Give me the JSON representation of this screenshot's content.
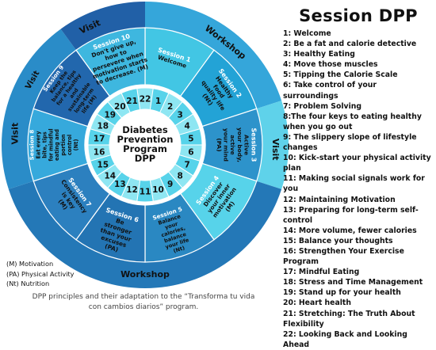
{
  "wheel": {
    "center": [
      "Diabetes",
      "Prevention",
      "Program",
      "DPP"
    ],
    "segments": [
      {
        "session": "Session 1",
        "lines": [
          "Welcome"
        ],
        "color": "#42c6e4"
      },
      {
        "session": "Session 2",
        "lines": [
          "Healthy",
          "food",
          "quality life",
          "(Nt)"
        ],
        "color": "#23a3d6"
      },
      {
        "session": "Session 3",
        "lines": [
          "Active",
          "your body,",
          "active",
          "your mind",
          "(PA)"
        ],
        "color": "#2d93cb"
      },
      {
        "session": "Session 4",
        "lines": [
          "Discover",
          "your inner",
          "motivation",
          "(M)"
        ],
        "color": "#57d3ea"
      },
      {
        "session": "Session 5",
        "lines": [
          "Balance",
          "your",
          "calories,",
          "balance",
          "your life",
          "(Nt)"
        ],
        "color": "#2a88c2"
      },
      {
        "session": "Session 6",
        "lines": [
          "Be",
          "stronger",
          "than your",
          "excuses",
          "(PA)"
        ],
        "color": "#2374b3"
      },
      {
        "session": "Session 7",
        "lines": [
          "Consistency",
          "is key",
          "(M)"
        ],
        "color": "#2c80bf"
      },
      {
        "session": "Session 8",
        "lines": [
          "Eat every",
          "bite, tips",
          "for mindful",
          "eating and",
          "portion",
          "control",
          "(Nt)"
        ],
        "color": "#36a9dc"
      },
      {
        "session": "Session 9",
        "lines": [
          "Keep the",
          "balance, tips",
          "for a healthy",
          "and",
          "sustainable",
          "long-term",
          "life (M)"
        ],
        "color": "#2267ad"
      },
      {
        "session": "Session 10",
        "lines": [
          "Don't give up,",
          "how to",
          "persevere when",
          "motivation starts",
          "to decrease. (M)"
        ],
        "color": "#3eb7df"
      }
    ],
    "labels": {
      "workshop_top": "Workshop",
      "visit_right": "Visit",
      "workshop_bottom": "Workshop",
      "visit_left": "Visit",
      "visit_left2": "Visit",
      "visit_top": "Visit"
    },
    "inner_numbers": [
      "1",
      "2",
      "3",
      "4",
      "5",
      "6",
      "7",
      "8",
      "9",
      "10",
      "11",
      "12",
      "13",
      "14",
      "15",
      "16",
      "17",
      "18",
      "19",
      "20",
      "21",
      "22"
    ]
  },
  "title": "Session DPP",
  "sessions": [
    "1: Welcome",
    "2: Be a fat and calorie detective",
    "3: Healthy Eating",
    "4: Move those muscles",
    "5: Tipping the Calorie Scale",
    "6: Take control of your surroundings",
    "7: Problem Solving",
    "8:The four keys to eating healthy",
    "when you go out",
    "9: The slippery slope of lifestyle",
    "changes",
    "10: Kick-start your physical activity",
    "plan",
    "11: Making social signals work for you",
    "12: Maintaining Motivation",
    "13: Preparing for long-term self-",
    "control",
    "14: More volume, fewer calories",
    "15: Balance your thoughts",
    "16: Strengthen Your Exercise Program",
    "17: Mindful Eating",
    "18: Stress and Time Management",
    "19: Stand up for your health",
    "20: Heart health",
    "21: Stretching: The Truth About",
    "Flexibility",
    "22: Looking Back and Looking Ahead"
  ],
  "legend": [
    "(M) Motivation",
    "(PA) Physical Activity",
    "(Nt) Nutrition"
  ],
  "caption": "DPP principles and their adaptation to the “Transforma tu vida con cambios diarios” program."
}
